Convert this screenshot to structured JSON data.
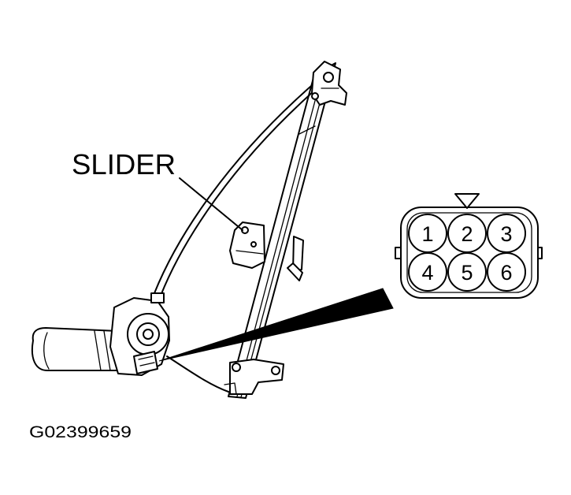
{
  "diagram": {
    "callout_label": "SLIDER",
    "figure_id": "G02399659",
    "connector_pins": [
      "1",
      "2",
      "3",
      "4",
      "5",
      "6"
    ]
  }
}
